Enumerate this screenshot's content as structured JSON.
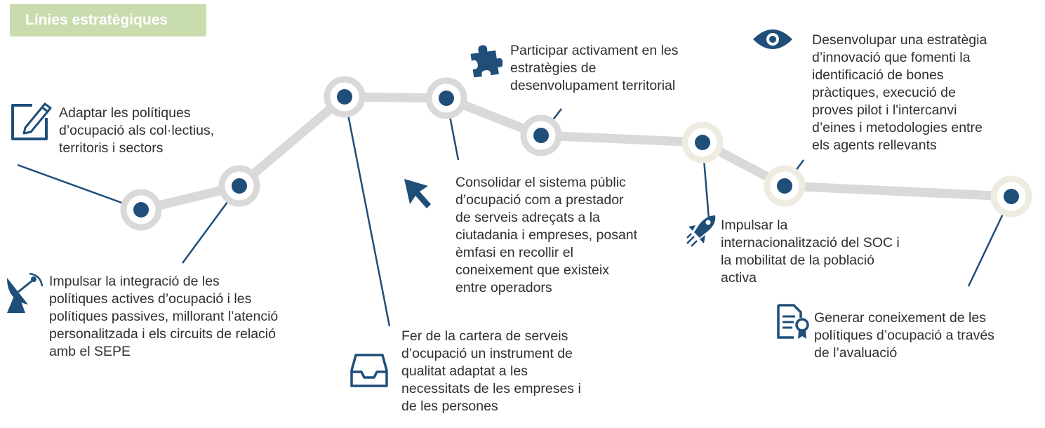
{
  "title": "Línies estratègiques",
  "colors": {
    "accent": "#1f4e79",
    "track": "#d9d9d9",
    "ring_alt": "#eeebe0",
    "badge": "#c9dcae"
  },
  "items": [
    {
      "id": 1,
      "icon": "pencil-square-icon",
      "lines": [
        "Adaptar les polítiques",
        "d’ocupació als col·lectius,",
        "territoris i sectors"
      ]
    },
    {
      "id": 2,
      "icon": "satellite-dish-icon",
      "lines": [
        "Impulsar la integració de les",
        "polítiques actives d’ocupació i les",
        "polítiques passives, millorant l’atenció",
        "personalitzada i els circuits de relació",
        "amb el SEPE"
      ]
    },
    {
      "id": 3,
      "icon": "inbox-tray-icon",
      "lines": [
        "Fer de la cartera de serveis",
        "d’ocupació un instrument de",
        "qualitat adaptat a les",
        "necessitats de les empreses i",
        "de les persones"
      ]
    },
    {
      "id": 4,
      "icon": "cursor-arrow-icon",
      "lines": [
        "Consolidar el sistema públic",
        "d’ocupació com a prestador",
        "de serveis adreçats a la",
        "ciutadania i empreses, posant",
        "èmfasi en recollir el",
        "coneixement que existeix",
        "entre operadors"
      ]
    },
    {
      "id": 5,
      "icon": "puzzle-piece-icon",
      "lines": [
        "Participar activament en les",
        "estratègies de",
        "desenvolupament territorial"
      ]
    },
    {
      "id": 6,
      "icon": "rocket-icon",
      "lines": [
        "Impulsar la",
        "internacionalització del SOC i",
        "la mobilitat de la població",
        "activa"
      ]
    },
    {
      "id": 7,
      "icon": "eye-icon",
      "lines": [
        "Desenvolupar una estratègia",
        "d’innovació que fomenti la",
        "identificació de bones",
        "pràctiques, execució de",
        "proves pilot i l'intercanvi",
        "d’eines i metodologies entre",
        "els agents rellevants"
      ]
    },
    {
      "id": 8,
      "icon": "document-certificate-icon",
      "lines": [
        "Generar coneixement de les",
        "polítiques d’ocupació a través",
        "de l’avaluació"
      ]
    }
  ]
}
